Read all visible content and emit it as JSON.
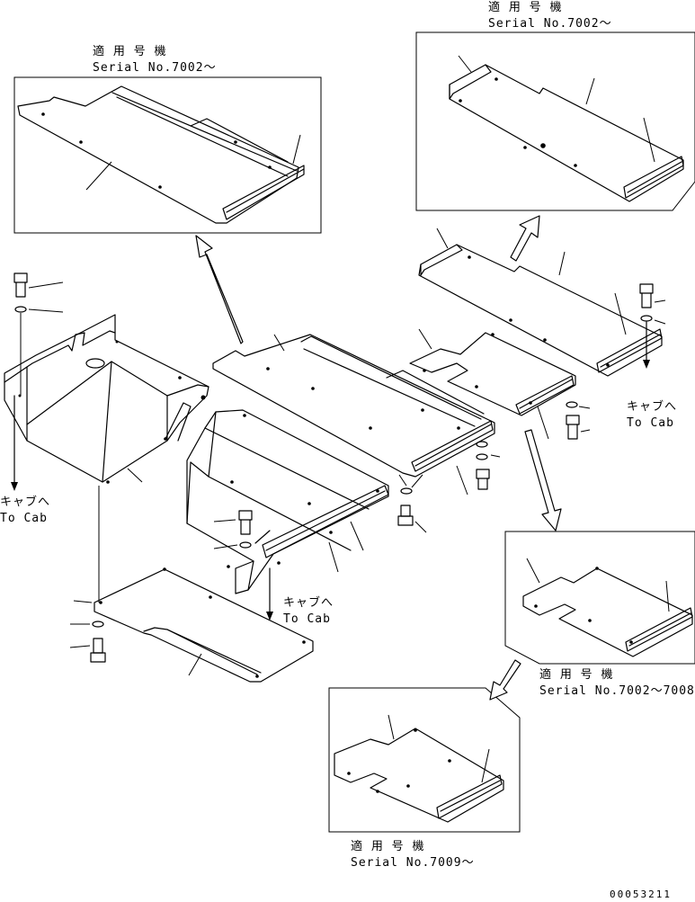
{
  "figure": {
    "applicable_label": "適 用 号 機",
    "to_cab_jp": "キャブへ",
    "to_cab_en": "To Cab",
    "document_number": "00053211"
  },
  "insets": [
    {
      "id": "top-left",
      "serial": "Serial No.7002～"
    },
    {
      "id": "top-right",
      "serial": "Serial No.7002～"
    },
    {
      "id": "mid-right",
      "serial": "Serial No.7002～7008"
    },
    {
      "id": "bottom",
      "serial": "Serial No.7009～"
    }
  ]
}
